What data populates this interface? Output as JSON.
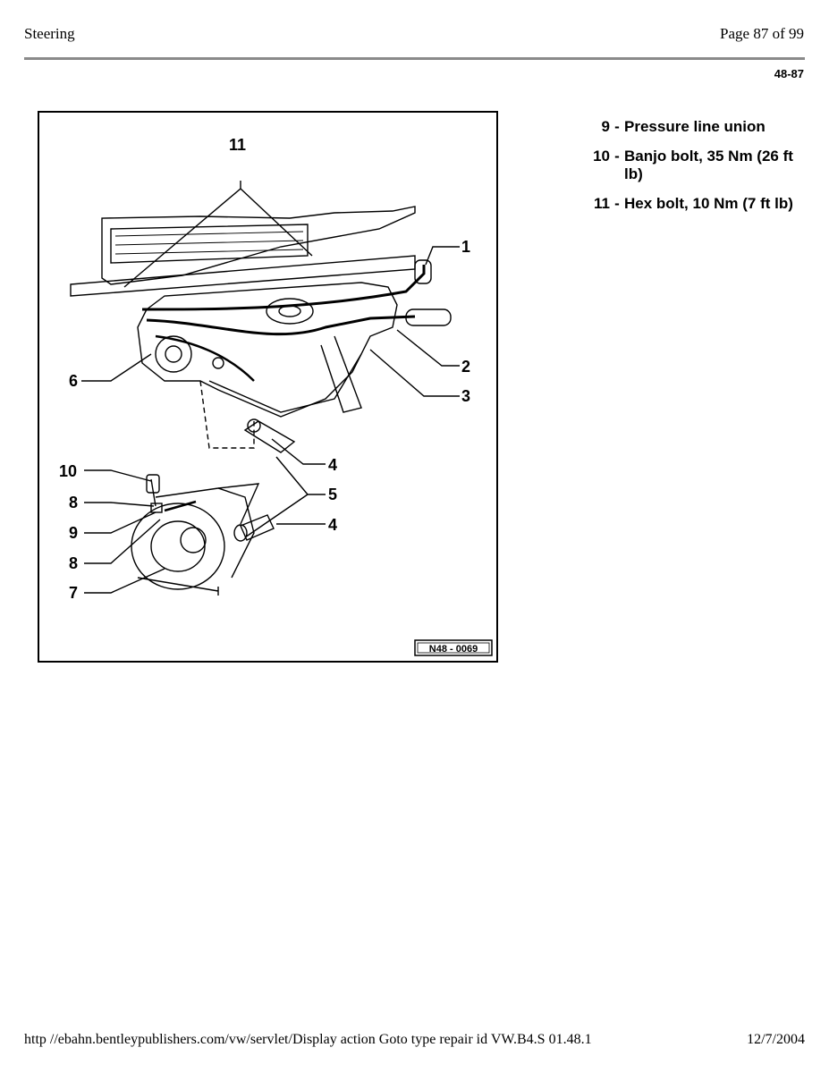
{
  "header": {
    "section_title": "Steering",
    "page_indicator": "Page 87 of 99",
    "section_code": "48-87"
  },
  "figure": {
    "reference_code": "N48 - 0069",
    "callouts": [
      "11",
      "1",
      "2",
      "3",
      "6",
      "4",
      "5",
      "10",
      "8",
      "9",
      "8",
      "7",
      "4"
    ]
  },
  "legend_items": [
    {
      "number": "9",
      "text": "Pressure line union"
    },
    {
      "number": "10",
      "text": "Banjo bolt, 35 Nm (26 ft lb)"
    },
    {
      "number": "11",
      "text": "Hex bolt, 10 Nm (7 ft lb)"
    }
  ],
  "footer": {
    "url": "http //ebahn.bentleypublishers.com/vw/servlet/Display action Goto  type repair  id VW.B4.S  01.48.1",
    "date": "12/7/2004"
  }
}
